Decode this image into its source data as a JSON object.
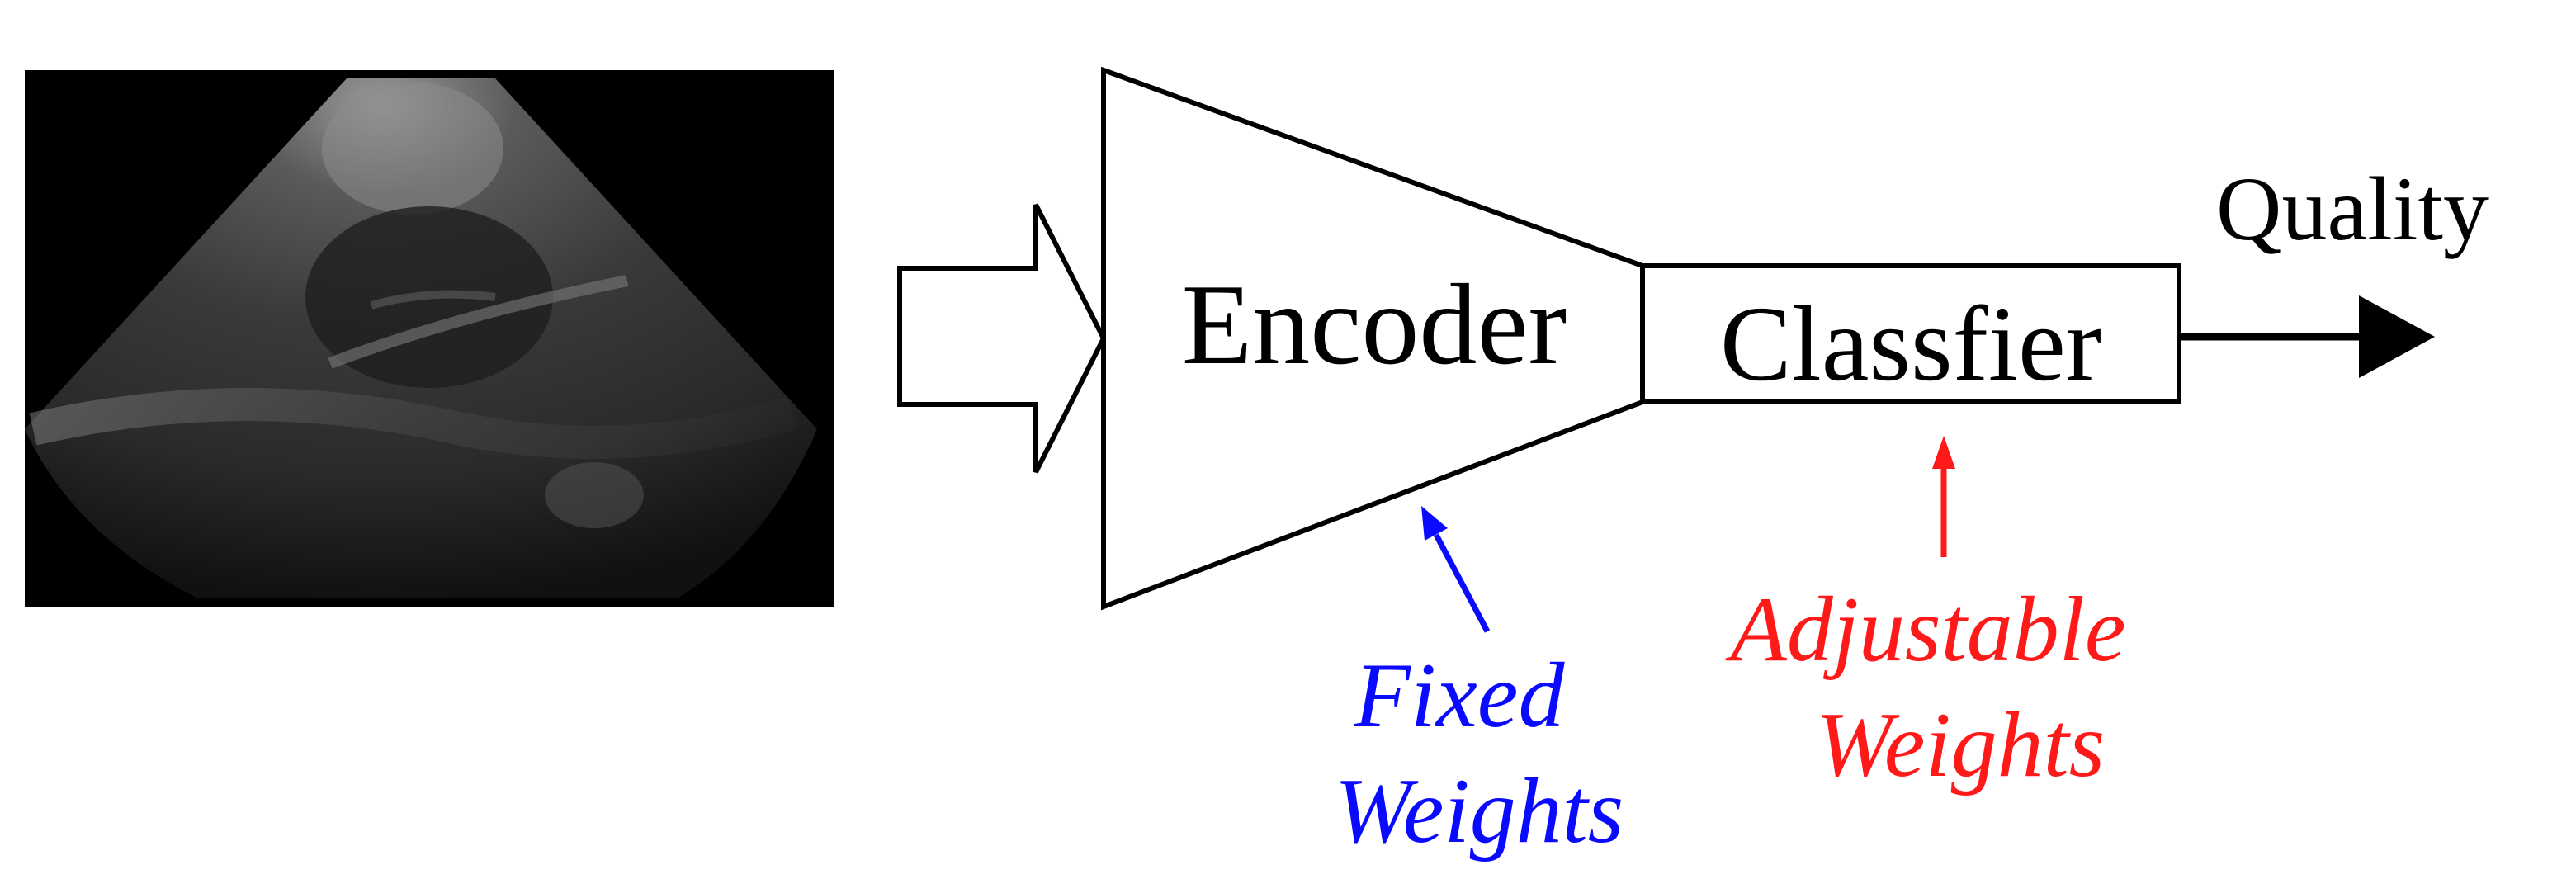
{
  "blocks": {
    "encoder": "Encoder",
    "classifier": "Classfier"
  },
  "output": {
    "label": "Quality"
  },
  "annotations": {
    "fixed": [
      "Fixed",
      "Weights"
    ],
    "adjustable": [
      "Adjustable",
      "Weights"
    ]
  },
  "colors": {
    "fixed": "#0a0aff",
    "adjustable": "#ff1a1a",
    "stroke": "#000000"
  }
}
